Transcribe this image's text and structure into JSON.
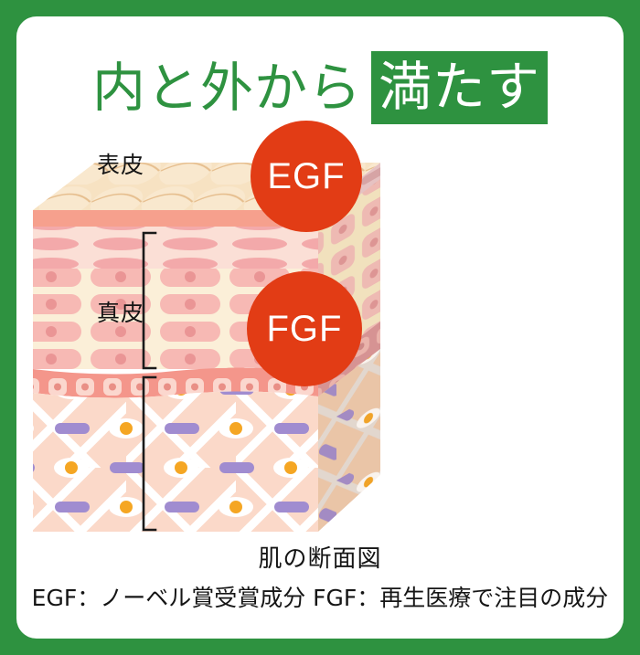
{
  "frame": {
    "border_color": "#2E9240",
    "card_background": "#FFFFFF"
  },
  "headline": {
    "plain_text": "内と外から",
    "highlight_text": "満たす",
    "plain_color": "#2E9240",
    "highlight_bg": "#2E9240",
    "highlight_color": "#FFFFFF"
  },
  "diagram": {
    "labels": {
      "epidermis": "表皮",
      "dermis": "真皮"
    },
    "factors": [
      {
        "name": "EGF",
        "color": "#E23C15",
        "layer": "epidermis"
      },
      {
        "name": "FGF",
        "color": "#E23C15",
        "layer": "dermis"
      }
    ],
    "palette": {
      "surface_light": "#F7E2C2",
      "surface_mid": "#F2D2A8",
      "surface_line": "#E0B27F",
      "stratum_corneum": "#F6A08D",
      "epidermis_pale": "#FCE9D4",
      "epidermis_cell": "#F6B3AE",
      "epidermis_cell_dot": "#E98D8D",
      "basal_band": "#F4968B",
      "basal_cell": "#FBD3CB",
      "dermis_bg": "#FBD9C9",
      "collagen": "#FFFFFF",
      "elastin": "#A08CD0",
      "fibroblast_nucleus": "#F5A623",
      "side_shade": "#E8C5A8"
    }
  },
  "captions": {
    "main": "肌の断面図",
    "note": "EGF：ノーベル賞受賞成分 FGF：再生医療で注目の成分"
  }
}
